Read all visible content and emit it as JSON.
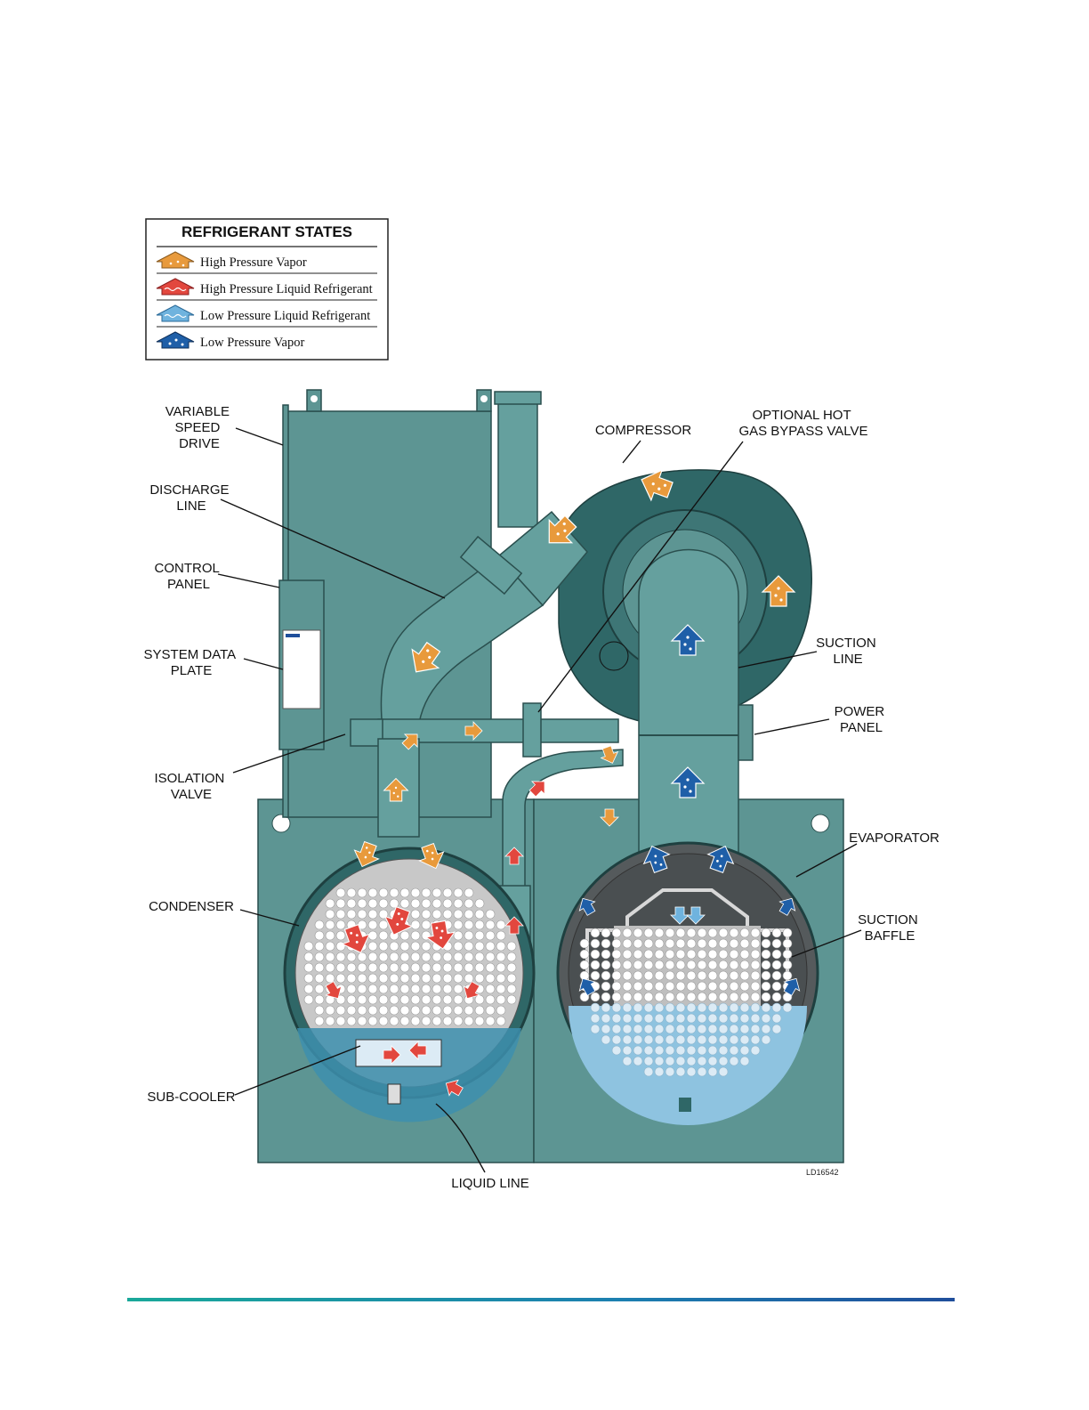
{
  "legend": {
    "title": "REFRIGERANT STATES",
    "items": [
      {
        "label": "High Pressure Vapor",
        "color": "#e89a3c"
      },
      {
        "label": "High Pressure Liquid Refrigerant",
        "color": "#e2473e"
      },
      {
        "label": "Low Pressure Liquid Refrigerant",
        "color": "#6fb3de"
      },
      {
        "label": "Low Pressure Vapor",
        "color": "#1f5fa8"
      }
    ]
  },
  "labels": {
    "vsd": [
      "VARIABLE",
      "SPEED",
      "DRIVE"
    ],
    "discharge": [
      "DISCHARGE",
      "LINE"
    ],
    "control": [
      "CONTROL",
      "PANEL"
    ],
    "data_plate": [
      "SYSTEM DATA",
      "PLATE"
    ],
    "isolation": [
      "ISOLATION",
      "VALVE"
    ],
    "condenser": "CONDENSER",
    "subcooler": "SUB-COOLER",
    "liquid_line": "LIQUID LINE",
    "compressor": "COMPRESSOR",
    "hot_gas": [
      "OPTIONAL HOT",
      "GAS BYPASS VALVE"
    ],
    "suction_line": [
      "SUCTION",
      "LINE"
    ],
    "power_panel": [
      "POWER",
      "PANEL"
    ],
    "evaporator": "EVAPORATOR",
    "suction_baffle": [
      "SUCTION",
      "BAFFLE"
    ]
  },
  "figure_code": "LD16542",
  "colors": {
    "body": "#5d9593",
    "compressor": "#2f6767",
    "footer_rule_start": "#1aa89a",
    "footer_rule_end": "#1f4e9b"
  }
}
